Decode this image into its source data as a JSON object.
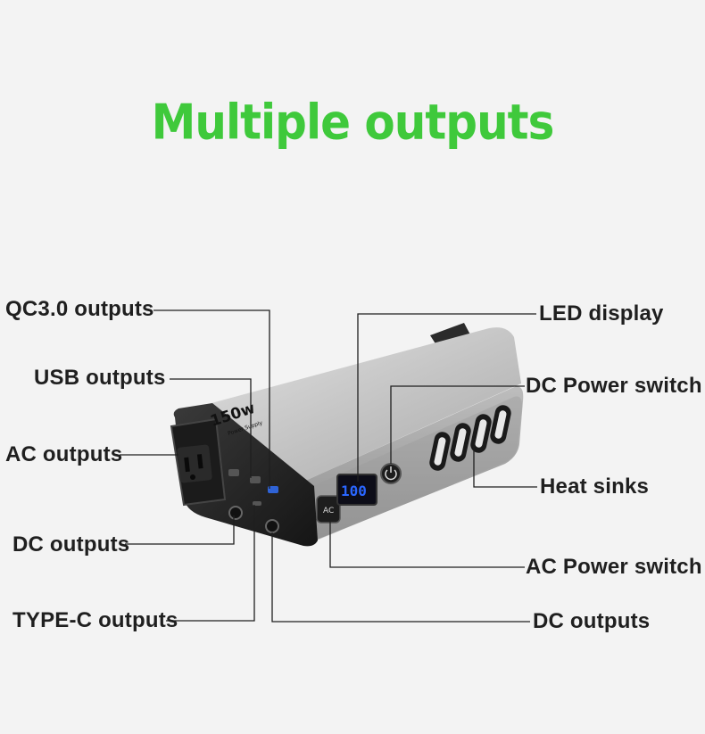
{
  "title": "Multiple outputs",
  "device": {
    "brand_wattage": "150w",
    "brand_text": "Power Supply",
    "ac_button": "AC",
    "display_digits": "100"
  },
  "labels": {
    "qc3": "QC3.0 outputs",
    "usb": "USB outputs",
    "ac_outputs": "AC outputs",
    "dc_outputs_left": "DC outputs",
    "typec": "TYPE-C outputs",
    "led": "LED display",
    "dc_switch": "DC Power switch",
    "heat": "Heat sinks",
    "ac_switch": "AC Power switch",
    "dc_outputs_right": "DC outputs"
  },
  "colors": {
    "title": "#3fc93b",
    "display": "#2a66ff",
    "body": "#b9b9b9"
  }
}
